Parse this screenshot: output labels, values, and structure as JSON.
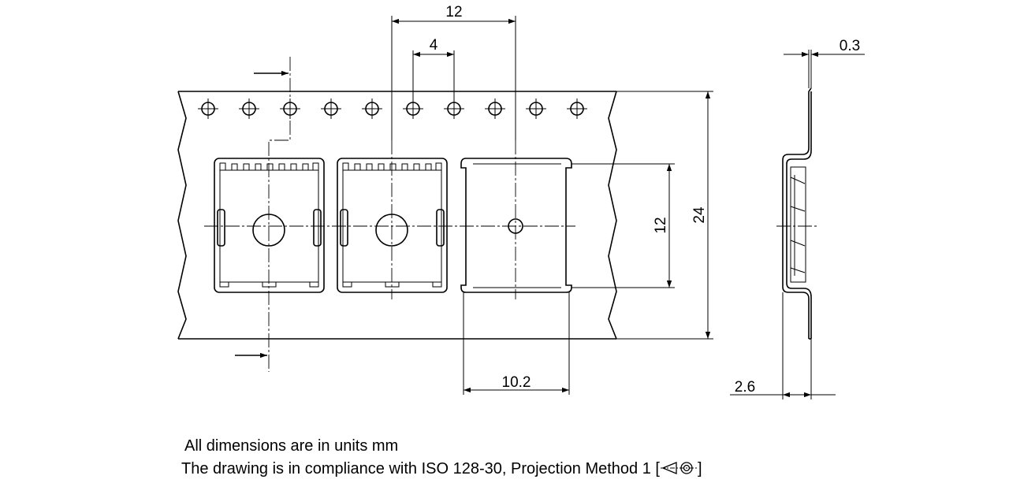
{
  "dimensions": {
    "sprocket_pitch": "4",
    "pocket_pitch": "12",
    "thickness": "0.3",
    "tape_width": "24",
    "pocket_length": "12",
    "pocket_width": "10.2",
    "pocket_depth": "2.6"
  },
  "notes": {
    "units": "All dimensions are in units mm",
    "compliance_prefix": "The drawing is in compliance with ISO 128-30, Projection Method 1 [",
    "compliance_suffix": "]"
  },
  "icons": {
    "feed_direction": "arrow-right-icon",
    "projection_symbol": "first-angle-projection-icon"
  }
}
